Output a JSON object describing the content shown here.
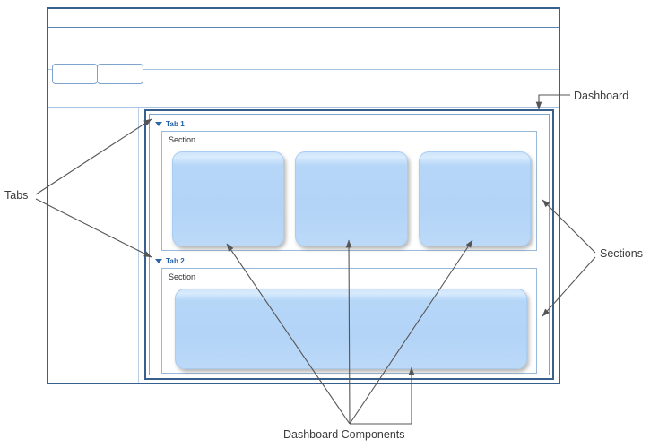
{
  "diagram": {
    "title": "Dashboard layout annotated diagram",
    "colors": {
      "frame_dark_blue": "#37608f",
      "frame_light_blue": "#a8c3de",
      "tab_label_blue": "#1f5fa8",
      "tile_fill": "#b3d4f7",
      "tile_border": "#a9cdf0",
      "annotation_line": "#555555",
      "annotation_text": "#3b3b3b"
    }
  },
  "app_window": {
    "ribbon_tabs": [
      {
        "label": ""
      },
      {
        "label": ""
      }
    ]
  },
  "dashboard": {
    "tab_groups": [
      {
        "tab_label": "Tab 1",
        "section_label": "Section",
        "components": [
          {
            "label": ""
          },
          {
            "label": ""
          },
          {
            "label": ""
          }
        ]
      },
      {
        "tab_label": "Tab 2",
        "section_label": "Section",
        "components": [
          {
            "label": ""
          }
        ]
      }
    ]
  },
  "annotations": {
    "tabs": "Tabs",
    "dashboard": "Dashboard",
    "sections": "Sections",
    "components": "Dashboard Components"
  }
}
